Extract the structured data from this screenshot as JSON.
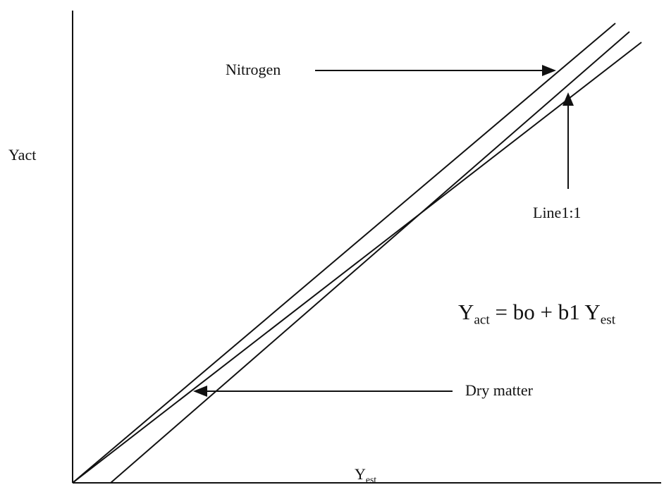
{
  "labels": {
    "y_axis": "Yact",
    "x_axis": {
      "base": "Y",
      "sub": "est"
    },
    "nitrogen": "Nitrogen",
    "line_1_1": "Line1:1",
    "dry_matter": "Dry matter"
  },
  "equation": {
    "lhs_base": "Y",
    "lhs_sub": "act",
    "middle": " = bo + b1 ",
    "rhs_base": "Y",
    "rhs_sub": "est"
  }
}
